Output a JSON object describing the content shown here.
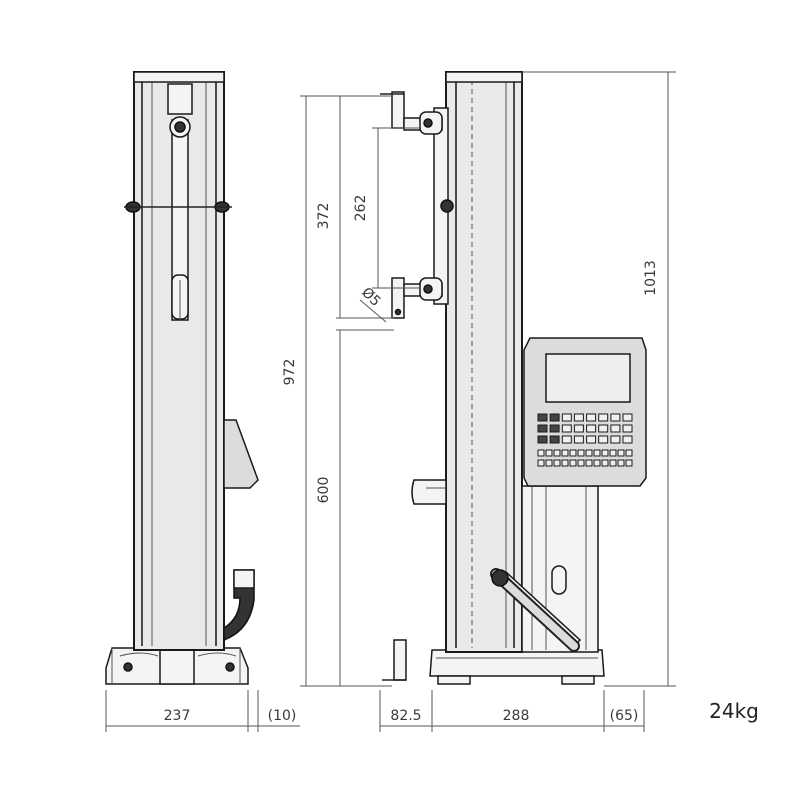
{
  "dimensions": {
    "front_width": "237",
    "front_offset": "(10)",
    "side_probe": "82.5",
    "side_base": "288",
    "side_offset": "(65)",
    "total_height": "1013",
    "travel_range": "972",
    "upper_range": "372",
    "lower_range": "600",
    "probe_pitch": "262",
    "probe_diameter": "Ø5"
  },
  "weight": "24kg"
}
